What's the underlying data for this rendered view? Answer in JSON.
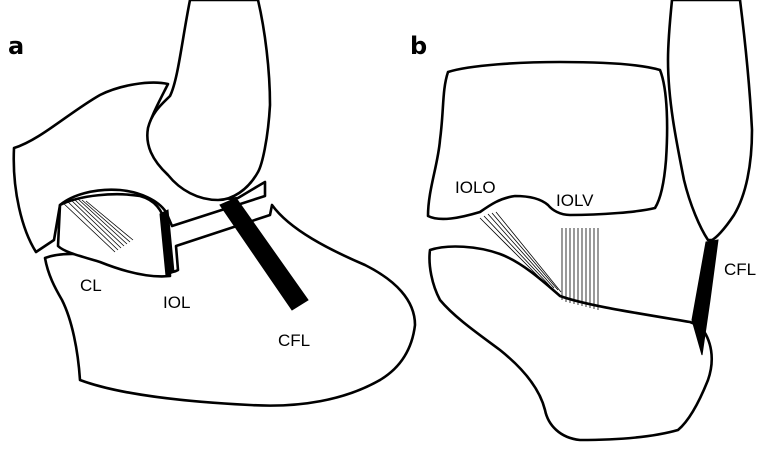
{
  "panels": {
    "a": {
      "letter": "a",
      "labels": {
        "cl": "CL",
        "iol": "IOL",
        "cfl": "CFL"
      }
    },
    "b": {
      "letter": "b",
      "labels": {
        "iolo": "IOLO",
        "iolv": "IOLV",
        "cfl": "CFL"
      }
    }
  }
}
